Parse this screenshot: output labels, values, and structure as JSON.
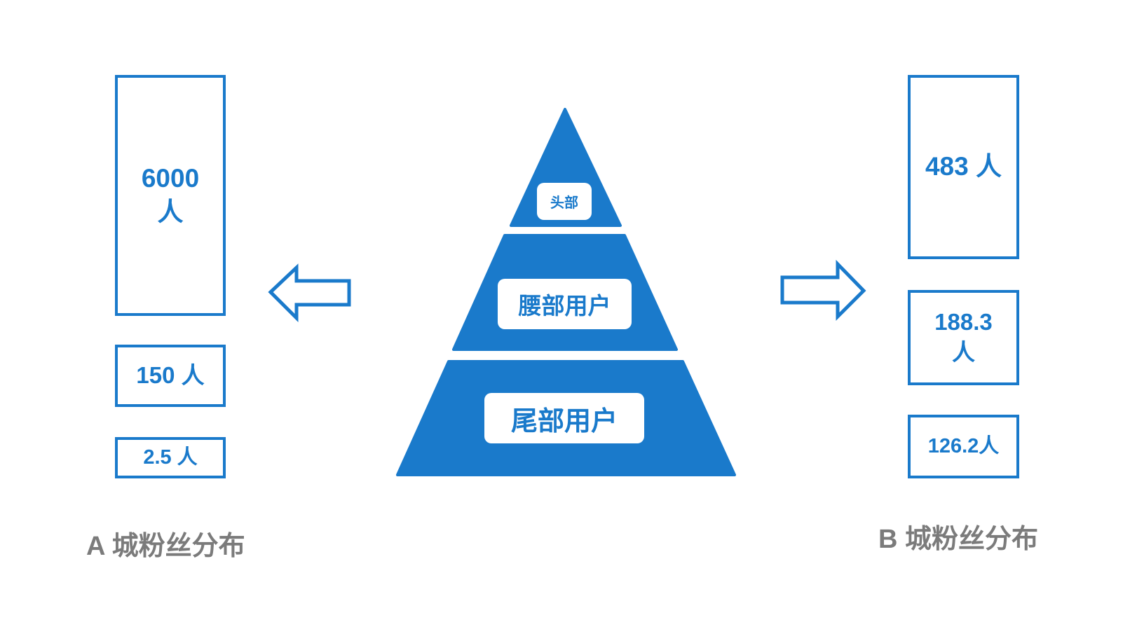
{
  "colors": {
    "accent": "#1a7acb",
    "caption": "#7b7b7b",
    "background": "#ffffff"
  },
  "pyramid": {
    "tiers": [
      {
        "label": "头部"
      },
      {
        "label": "腰部用户"
      },
      {
        "label": "尾部用户"
      }
    ]
  },
  "city_a": {
    "caption": "A 城粉丝分布",
    "arrow": "left-arrow-icon",
    "boxes": [
      {
        "line1": "6000",
        "line2": "人"
      },
      {
        "text": "150 人"
      },
      {
        "text": "2.5 人"
      }
    ]
  },
  "city_b": {
    "caption": "B 城粉丝分布",
    "arrow": "right-arrow-icon",
    "boxes": [
      {
        "text": "483 人"
      },
      {
        "line1": "188.3",
        "line2": "人"
      },
      {
        "text": "126.2人"
      }
    ]
  }
}
